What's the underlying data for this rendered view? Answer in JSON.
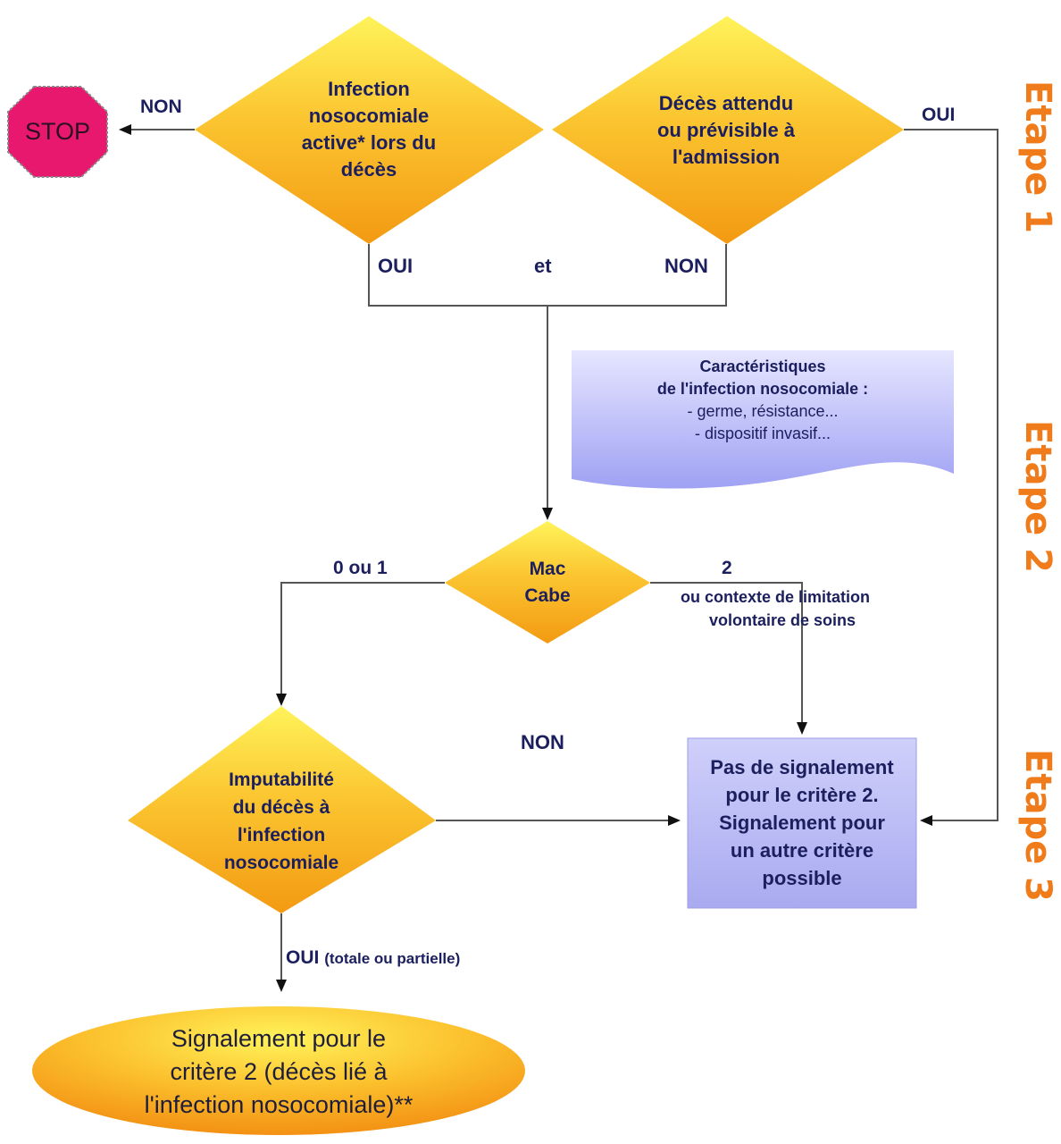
{
  "colors": {
    "diamond_light": "#fff35a",
    "diamond_dark": "#f39a12",
    "text_dark": "#1b1f5e",
    "stop_fill": "#e8186f",
    "etape": "#f07b1a",
    "note_light": "#f2f2ff",
    "note_dark": "#9a9cf2",
    "box_fill": "#b8b9f4",
    "line": "#555555"
  },
  "nodes": {
    "stop": {
      "text": "STOP"
    },
    "infection_active": {
      "lines": [
        "Infection",
        "nosocomiale",
        "active* lors du",
        "décès"
      ]
    },
    "deces_attendu": {
      "lines": [
        "Décès attendu",
        "ou prévisible à",
        "l'admission"
      ]
    },
    "mac_cabe": {
      "lines": [
        "Mac",
        "Cabe"
      ]
    },
    "imputabilite": {
      "lines": [
        "Imputabilité",
        "du décès à",
        "l'infection",
        "nosocomiale"
      ]
    },
    "pas_signalement": {
      "lines": [
        "Pas de signalement",
        "pour le critère 2.",
        "Signalement pour",
        "un autre critère",
        "possible"
      ]
    },
    "signalement": {
      "lines": [
        "Signalement pour le",
        "critère 2 (décès lié à",
        "l'infection nosocomiale)**"
      ]
    },
    "caracteristiques": {
      "title_lines": [
        "Caractéristiques",
        "de l'infection nosocomiale :"
      ],
      "items": [
        "- germe, résistance...",
        "- dispositif invasif..."
      ]
    }
  },
  "edge_labels": {
    "non_stop": "NON",
    "oui_right": "OUI",
    "oui_left": "OUI",
    "et": "et",
    "non_mid": "NON",
    "zero_ou_un": "0 ou 1",
    "deux": "2",
    "contexte_line1": "ou contexte de limitation",
    "contexte_line2": "volontaire de soins",
    "non_imput": "NON",
    "oui_totale": "OUI",
    "oui_totale_suffix": "(totale ou partielle)"
  },
  "etapes": [
    "Etape 1",
    "Etape 2",
    "Etape 3"
  ]
}
